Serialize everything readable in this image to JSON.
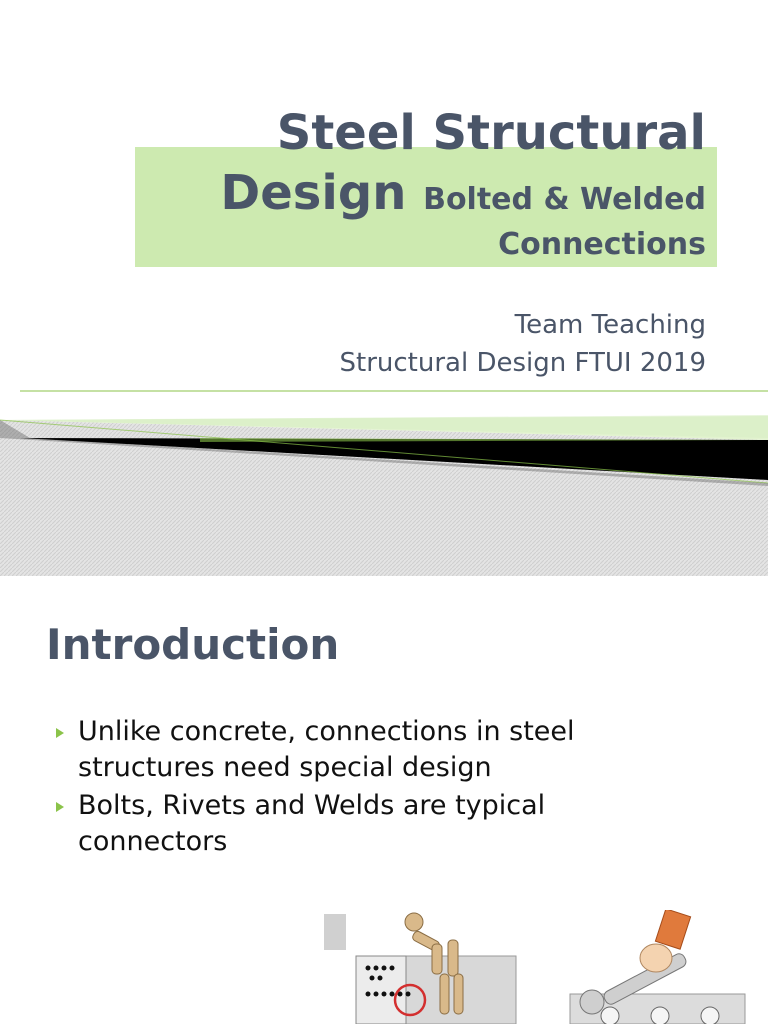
{
  "slide1": {
    "title_line1": "Steel Structural",
    "title_word": "Design",
    "title_small_1": "Bolted & Welded",
    "title_small_2": "Connections",
    "subtitle_line1": "Team Teaching",
    "subtitle_line2": "Structural Design FTUI 2019"
  },
  "slide2": {
    "heading": "Introduction",
    "bullets": [
      "Unlike concrete, connections in steel structures need special design",
      "Bolts, Rivets and Welds are typical connectors"
    ]
  },
  "colors": {
    "title": "#4a5568",
    "highlight": "#cdeab0",
    "accent_green": "#8bc34a",
    "band_dark": "#000000"
  }
}
